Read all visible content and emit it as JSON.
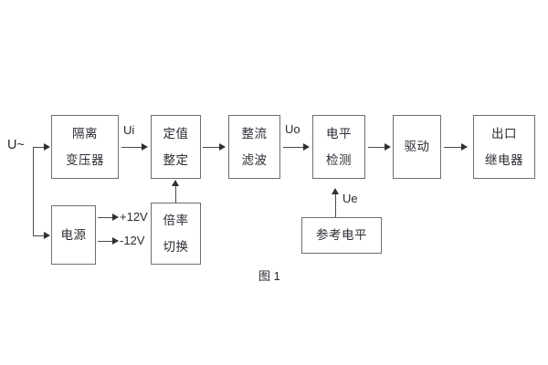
{
  "figure": {
    "caption": "图 1",
    "input_label": "U~",
    "blocks": [
      {
        "id": "isolation-transformer",
        "lines": [
          "隔离",
          "变压器"
        ]
      },
      {
        "id": "setting-adjust",
        "lines": [
          "定值",
          "整定"
        ]
      },
      {
        "id": "rectify-filter",
        "lines": [
          "整流",
          "滤波"
        ]
      },
      {
        "id": "level-detect",
        "lines": [
          "电平",
          "检测"
        ]
      },
      {
        "id": "drive",
        "lines": [
          "驱动"
        ]
      },
      {
        "id": "output-relay",
        "lines": [
          "出口",
          "继电器"
        ]
      },
      {
        "id": "power-supply",
        "lines": [
          "电源"
        ]
      },
      {
        "id": "ratio-switch",
        "lines": [
          "倍率",
          "切换"
        ]
      },
      {
        "id": "reference-level",
        "lines": [
          "参考电平"
        ]
      }
    ],
    "signals": {
      "ui": "Ui",
      "uo": "Uo",
      "ue": "Ue",
      "rail_pos": "+12V",
      "rail_neg": "-12V"
    }
  }
}
